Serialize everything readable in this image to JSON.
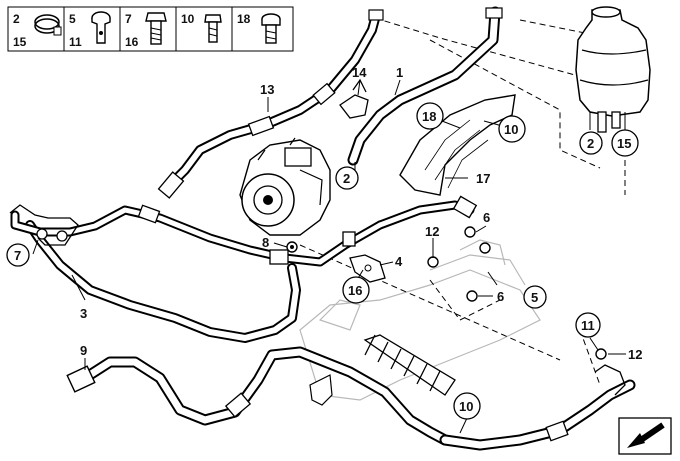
{
  "legend": {
    "cells": [
      {
        "labels": [
          "2",
          "15"
        ],
        "icon": "hose-clamp-icon"
      },
      {
        "labels": [
          "5",
          "11"
        ],
        "icon": "hollow-bolt-icon"
      },
      {
        "labels": [
          "7",
          "16"
        ],
        "icon": "hex-bolt-icon"
      },
      {
        "labels": [
          "10"
        ],
        "icon": "screw-icon"
      },
      {
        "labels": [
          "18"
        ],
        "icon": "torx-bolt-icon"
      }
    ]
  },
  "callouts": {
    "c1": "1",
    "c2a": "2",
    "c2b": "2",
    "c3": "3",
    "c4": "4",
    "c5": "5",
    "c6a": "6",
    "c6b": "6",
    "c7": "7",
    "c8": "8",
    "c9": "9",
    "c10a": "10",
    "c10b": "10",
    "c11": "11",
    "c12a": "12",
    "c12b": "12",
    "c13": "13",
    "c14": "14",
    "c15": "15",
    "c16": "16",
    "c17": "17",
    "c18": "18"
  },
  "icons": {
    "nav_arrow": "arrow-down-left-icon",
    "reservoir": "expansion-tank-icon",
    "pump": "power-steering-pump-icon",
    "steering_gear": "steering-gear-icon"
  },
  "colors": {
    "line": "#000000",
    "ghost": "#b8b8b8",
    "background": "#ffffff"
  }
}
